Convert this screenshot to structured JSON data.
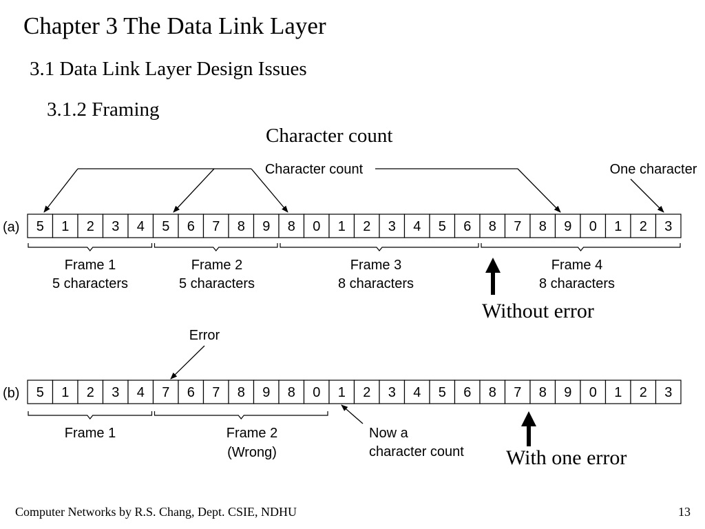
{
  "slide": {
    "title": "Chapter 3 The Data Link Layer",
    "section": "3.1 Data Link Layer Design Issues",
    "subsection": "3.1.2 Framing",
    "heading": "Character count",
    "footer": "Computer Networks by R.S. Chang, Dept. CSIE, NDHU",
    "page_number": "13"
  },
  "figure": {
    "row_a": {
      "label": "(a)",
      "cells": [
        "5",
        "1",
        "2",
        "3",
        "4",
        "5",
        "6",
        "7",
        "8",
        "9",
        "8",
        "0",
        "1",
        "2",
        "3",
        "4",
        "5",
        "6",
        "8",
        "7",
        "8",
        "9",
        "0",
        "1",
        "2",
        "3"
      ],
      "callout_character_count": "Character count",
      "callout_one_character": "One character",
      "frames": [
        {
          "line1": "Frame 1",
          "line2": "5 characters"
        },
        {
          "line1": "Frame 2",
          "line2": "5 characters"
        },
        {
          "line1": "Frame 3",
          "line2": "8 characters"
        },
        {
          "line1": "Frame 4",
          "line2": "8 characters"
        }
      ],
      "annotation": "Without error"
    },
    "row_b": {
      "label": "(b)",
      "cells": [
        "5",
        "1",
        "2",
        "3",
        "4",
        "7",
        "6",
        "7",
        "8",
        "9",
        "8",
        "0",
        "1",
        "2",
        "3",
        "4",
        "5",
        "6",
        "8",
        "7",
        "8",
        "9",
        "0",
        "1",
        "2",
        "3"
      ],
      "callout_error": "Error",
      "callout_now_line1": "Now a",
      "callout_now_line2": "character count",
      "frames": [
        {
          "line1": "Frame 1",
          "line2": ""
        },
        {
          "line1": "Frame 2",
          "line2": "(Wrong)"
        }
      ],
      "annotation": "With one error"
    }
  }
}
